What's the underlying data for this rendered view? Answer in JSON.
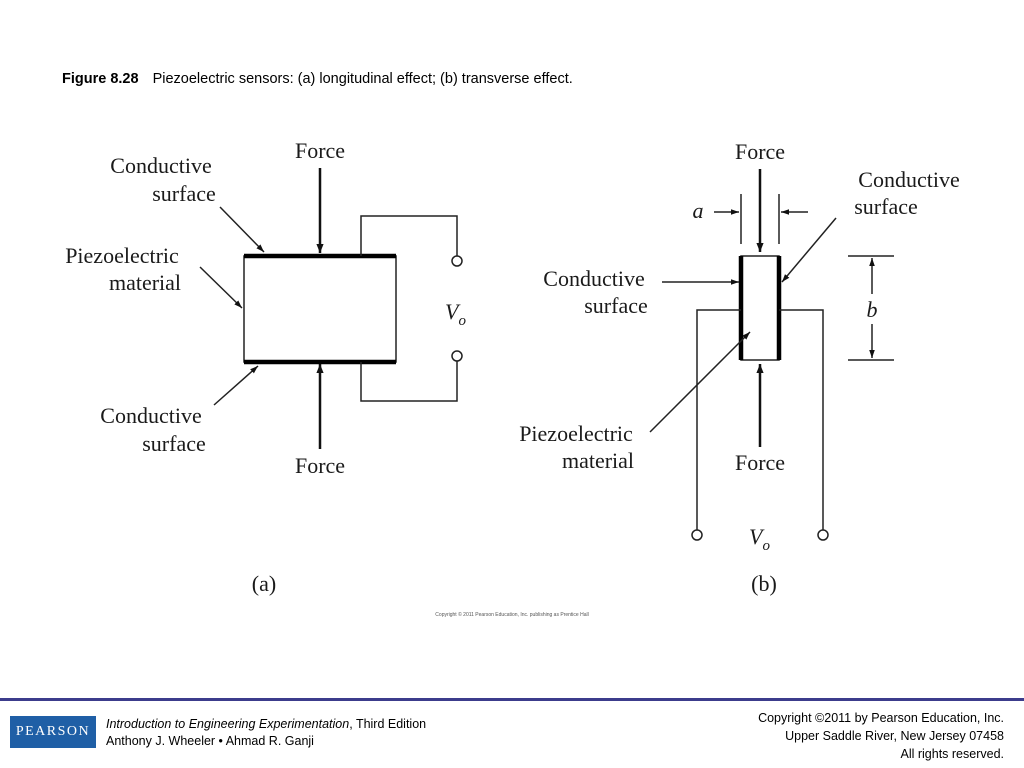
{
  "caption": {
    "figure_number": "Figure 8.28",
    "text": "Piezoelectric sensors: (a) longitudinal effect; (b) transverse effect."
  },
  "diagram_a": {
    "force_top": "Force",
    "force_bottom": "Force",
    "conductive_surface_top_l1": "Conductive",
    "conductive_surface_top_l2": "surface",
    "piezo_l1": "Piezoelectric",
    "piezo_l2": "material",
    "conductive_surface_bottom_l1": "Conductive",
    "conductive_surface_bottom_l2": "surface",
    "vo_main": "V",
    "vo_sub": "o",
    "panel_label": "(a)"
  },
  "diagram_b": {
    "force_top": "Force",
    "force_bottom": "Force",
    "dim_a": "a",
    "dim_b": "b",
    "conductive_surface_right_l1": "Conductive",
    "conductive_surface_right_l2": "surface",
    "conductive_surface_left_l1": "Conductive",
    "conductive_surface_left_l2": "surface",
    "piezo_l1": "Piezoelectric",
    "piezo_l2": "material",
    "vo_main": "V",
    "vo_sub": "o",
    "panel_label": "(b)"
  },
  "small_copyright": "Copyright © 2011 Pearson Education, Inc. publishing as Prentice Hall",
  "footer": {
    "logo_text": "PEARSON",
    "book_title": "Introduction to Engineering Experimentation",
    "edition": ", Third Edition",
    "authors": "Anthony J. Wheeler • Ahmad R. Ganji",
    "copyright_l1": "Copyright ©2011 by Pearson Education, Inc.",
    "copyright_l2": "Upper Saddle River, New Jersey 07458",
    "copyright_l3": "All rights reserved."
  },
  "colors": {
    "footer_rule": "#3c3c8c",
    "logo_background": "#1f5fa6"
  }
}
